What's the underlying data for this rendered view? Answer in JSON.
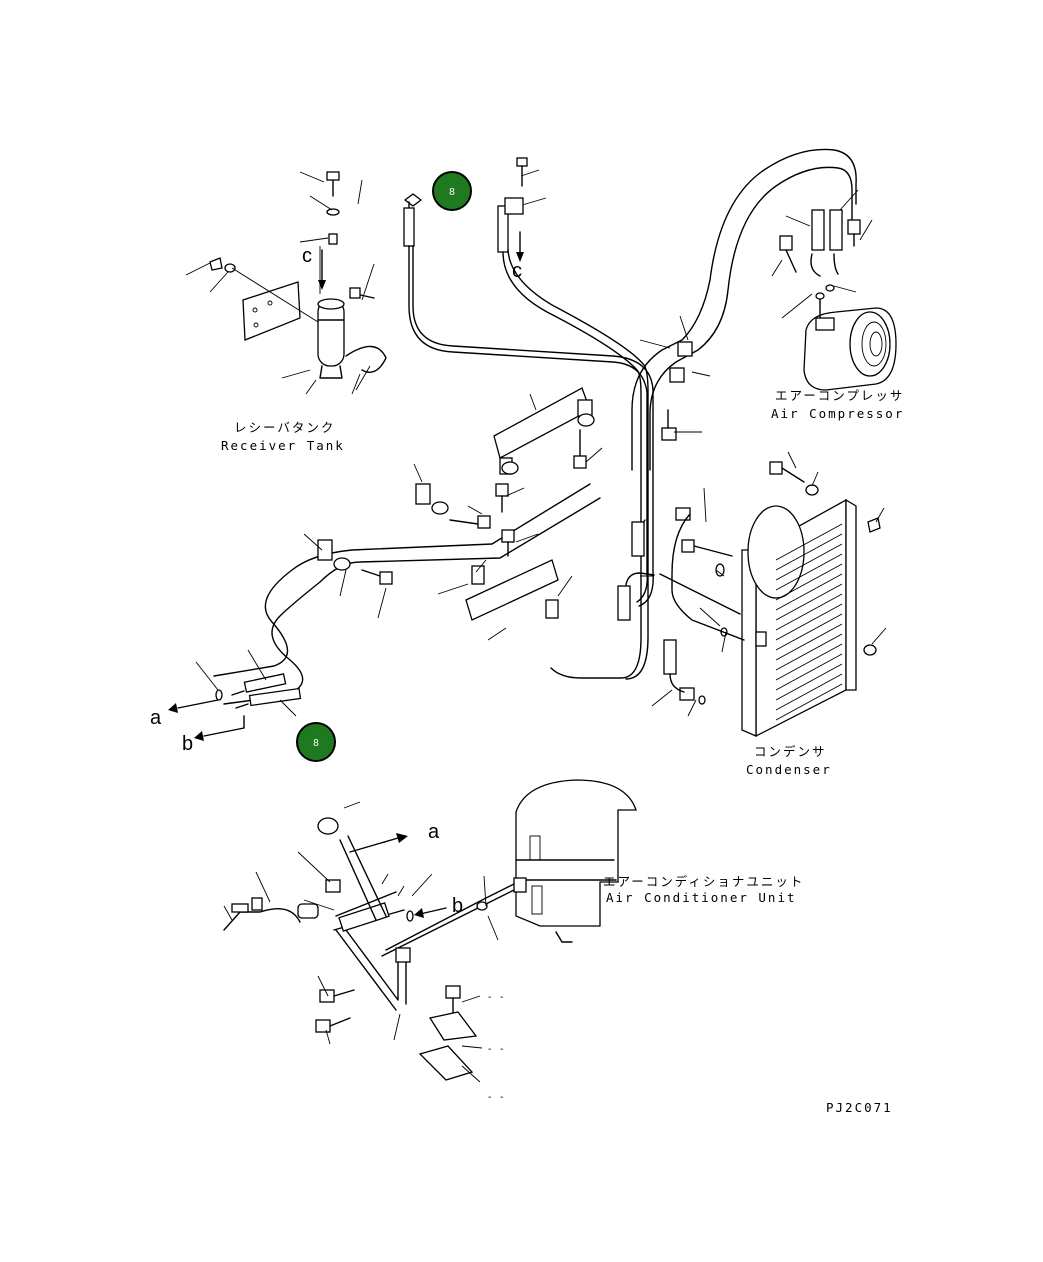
{
  "components": {
    "receiver_tank": {
      "label_jp": "レシーバタンク",
      "label_en": "Receiver Tank"
    },
    "air_compressor": {
      "label_jp": "エアーコンプレッサ",
      "label_en": "Air Compressor"
    },
    "condenser": {
      "label_jp": "コンデンサ",
      "label_en": "Condenser"
    },
    "air_conditioner_unit": {
      "label_jp": "エアーコンディショナユニット",
      "label_en": "Air Conditioner Unit"
    }
  },
  "connection_letters": {
    "a": "a",
    "b": "b",
    "c": "c"
  },
  "badges": [
    {
      "text": "8",
      "color": "#1f7a1f"
    },
    {
      "text": "8",
      "color": "#1f7a1f"
    }
  ],
  "blank_callouts": [
    "- -",
    "- -",
    "- -"
  ],
  "drawing_code": "PJ2C071"
}
